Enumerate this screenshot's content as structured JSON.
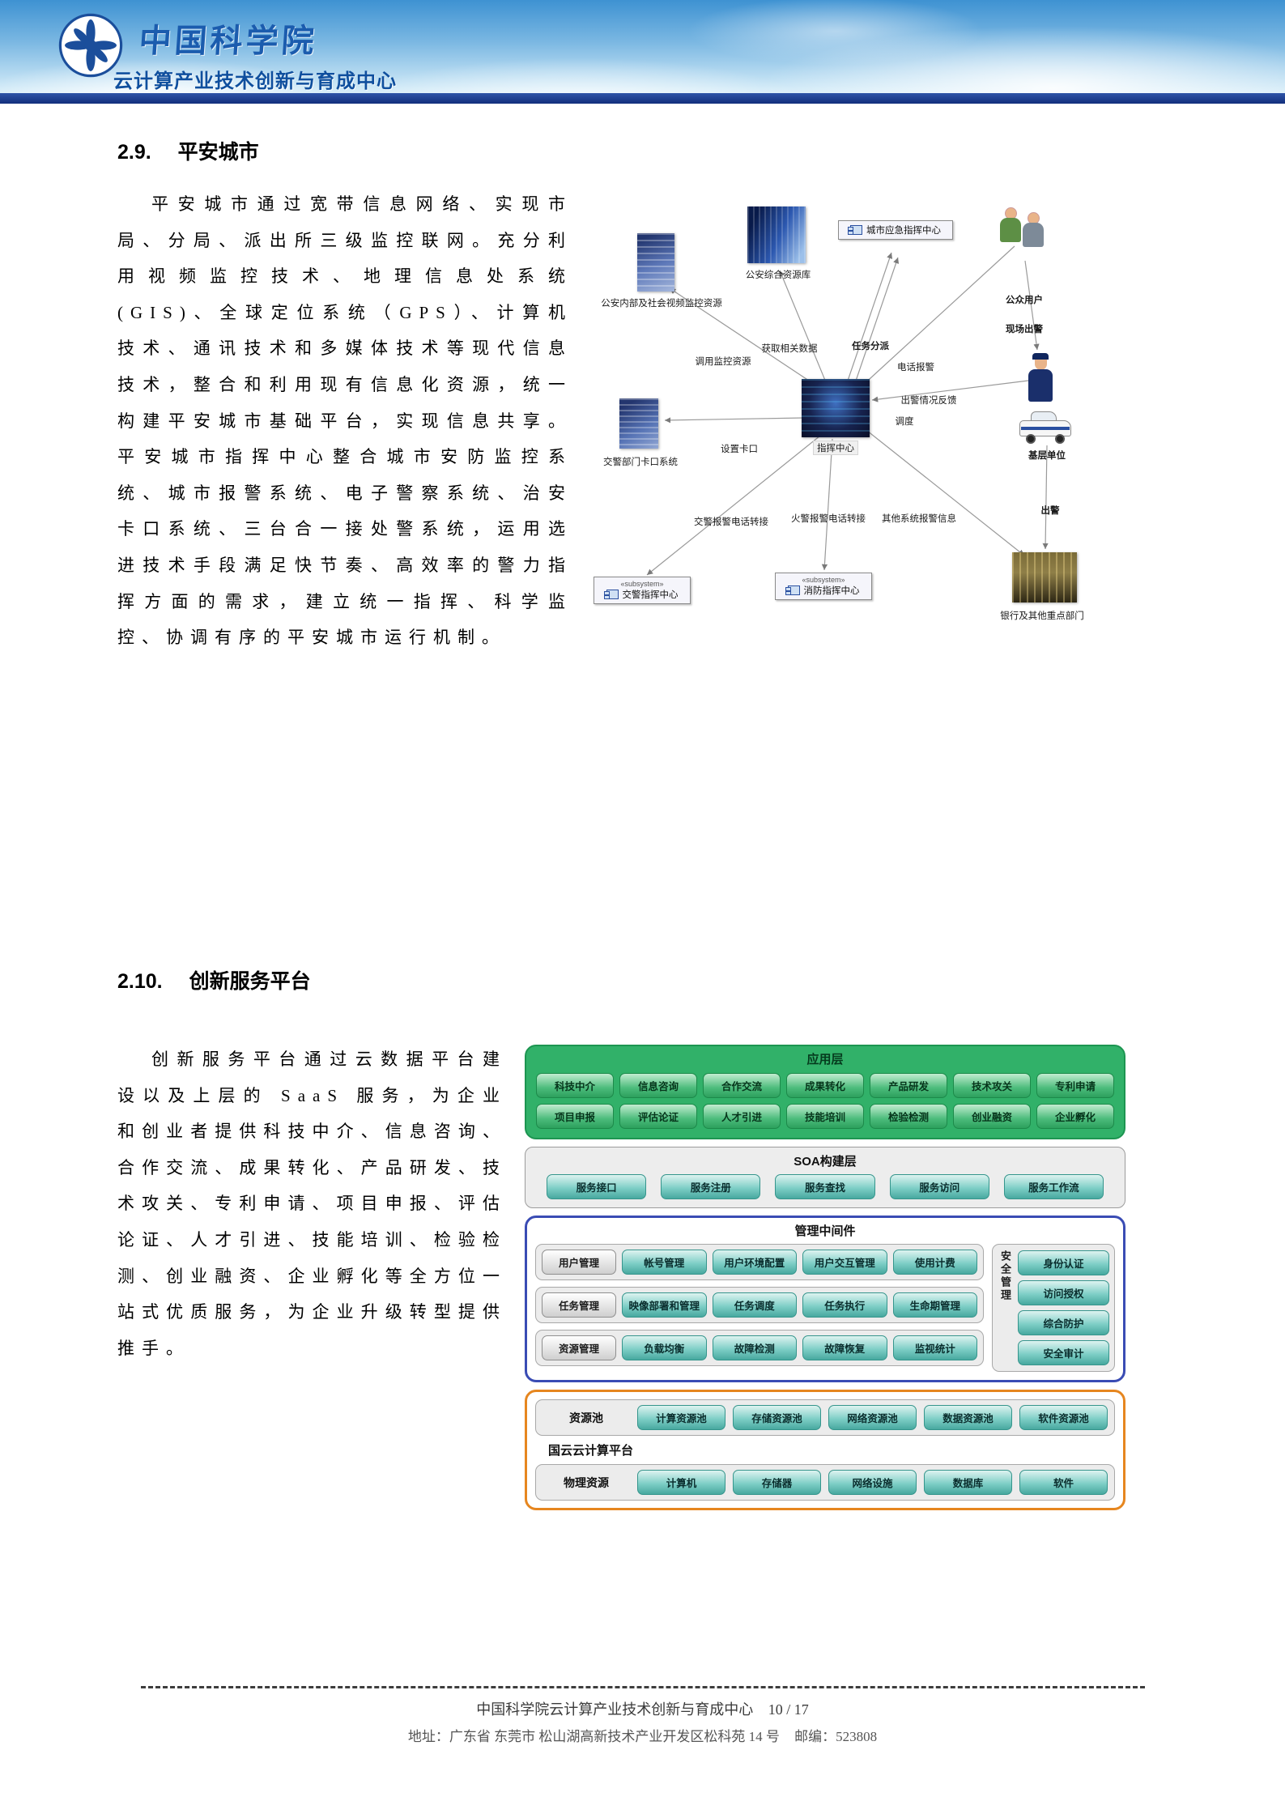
{
  "header": {
    "org_name": "中国科学院",
    "center_name": "云计算产业技术创新与育成中心"
  },
  "section_2_9": {
    "number": "2.9.",
    "title": "平安城市",
    "paragraph": "平安城市通过宽带信息网络、实现市局、分局、派出所三级监控联网。充分利用视频监控技术、地理信息处系统(GIS)、全球定位系统（GPS）、计算机技术、通讯技术和多媒体技术等现代信息技术，整合和利用现有信息化资源，统一构建平安城市基础平台，实现信息共享。平安城市指挥中心整合城市安防监控系统、城市报警系统、电子警察系统、治安卡口系统、三台合一接处警系统，运用选进技术手段满足快节奏、高效率的警力指挥方面的需求，建立统一指挥、科学监控、协调有序的平安城市运行机制。"
  },
  "diagram1": {
    "video_resources_label": "公安内部及社会视频监控资源",
    "resource_db_label": "公安综合资源库",
    "city_emergency_label": "城市应急指挥中心",
    "public_user_label": "公众用户",
    "onsite_label": "现场出警",
    "command_center_label": "指挥中心",
    "checkpoint_label": "交警部门卡口系统",
    "grassroots_label": "基层单位",
    "dispatch_label": "出警",
    "traffic_center_label": "交警指挥中心",
    "fire_center_label": "消防指挥中心",
    "bank_label": "银行及其他重点部门",
    "subsystem_tag": "«subsystem»",
    "edges": {
      "call_video": "调用监控资源",
      "fetch_data": "获取相关数据",
      "task_dispatch": "任务分派",
      "phone_alarm": "电话报警",
      "feedback": "出警情况反馈",
      "dispatch": "调度",
      "set_checkpoint": "设置卡口",
      "traffic_call": "交警报警电话转接",
      "fire_call": "火警报警电话转接",
      "other_alarm": "其他系统报警信息"
    }
  },
  "section_2_10": {
    "number": "2.10.",
    "title": "创新服务平台",
    "paragraph": "创新服务平台通过云数据平台建设以及上层的 SaaS 服务，为企业和创业者提供科技中介、信息咨询、合作交流、成果转化、产品研发、技术攻关、专利申请、项目申报、评估论证、人才引进、技能培训、检验检测、创业融资、企业孵化等全方位一站式优质服务，为企业升级转型提供推手。"
  },
  "diagram2": {
    "app_layer_title": "应用层",
    "app_row1": [
      "科技中介",
      "信息咨询",
      "合作交流",
      "成果转化",
      "产品研发",
      "技术攻关",
      "专利申请"
    ],
    "app_row2": [
      "项目申报",
      "评估论证",
      "人才引进",
      "技能培训",
      "检验检测",
      "创业融资",
      "企业孵化"
    ],
    "soa_title": "SOA构建层",
    "soa_items": [
      "服务接口",
      "服务注册",
      "服务查找",
      "服务访问",
      "服务工作流"
    ],
    "mgmt_title": "管理中间件",
    "user_mgmt_label": "用户管理",
    "user_items": [
      "帐号管理",
      "用户环境配置",
      "用户交互管理",
      "使用计费"
    ],
    "task_mgmt_label": "任务管理",
    "task_items": [
      "映像部署和管理",
      "任务调度",
      "任务执行",
      "生命期管理"
    ],
    "res_mgmt_label": "资源管理",
    "res_items": [
      "负载均衡",
      "故障检测",
      "故障恢复",
      "监视统计"
    ],
    "security_label": "安全管理",
    "security_items": [
      "身份认证",
      "访问授权",
      "综合防护",
      "安全审计"
    ],
    "pool_label": "资源池",
    "pool_items": [
      "计算资源池",
      "存储资源池",
      "网络资源池",
      "数据资源池",
      "软件资源池"
    ],
    "platform_label": "国云云计算平台",
    "physical_label": "物理资源",
    "physical_items": [
      "计算机",
      "存储器",
      "网络设施",
      "数据库",
      "软件"
    ]
  },
  "footer": {
    "center_name": "中国科学院云计算产业技术创新与育成中心",
    "page_info": "10 / 17",
    "address": "地址：广东省 东莞市 松山湖高新技术产业开发区松科苑 14 号",
    "postal": "邮编：523808"
  }
}
